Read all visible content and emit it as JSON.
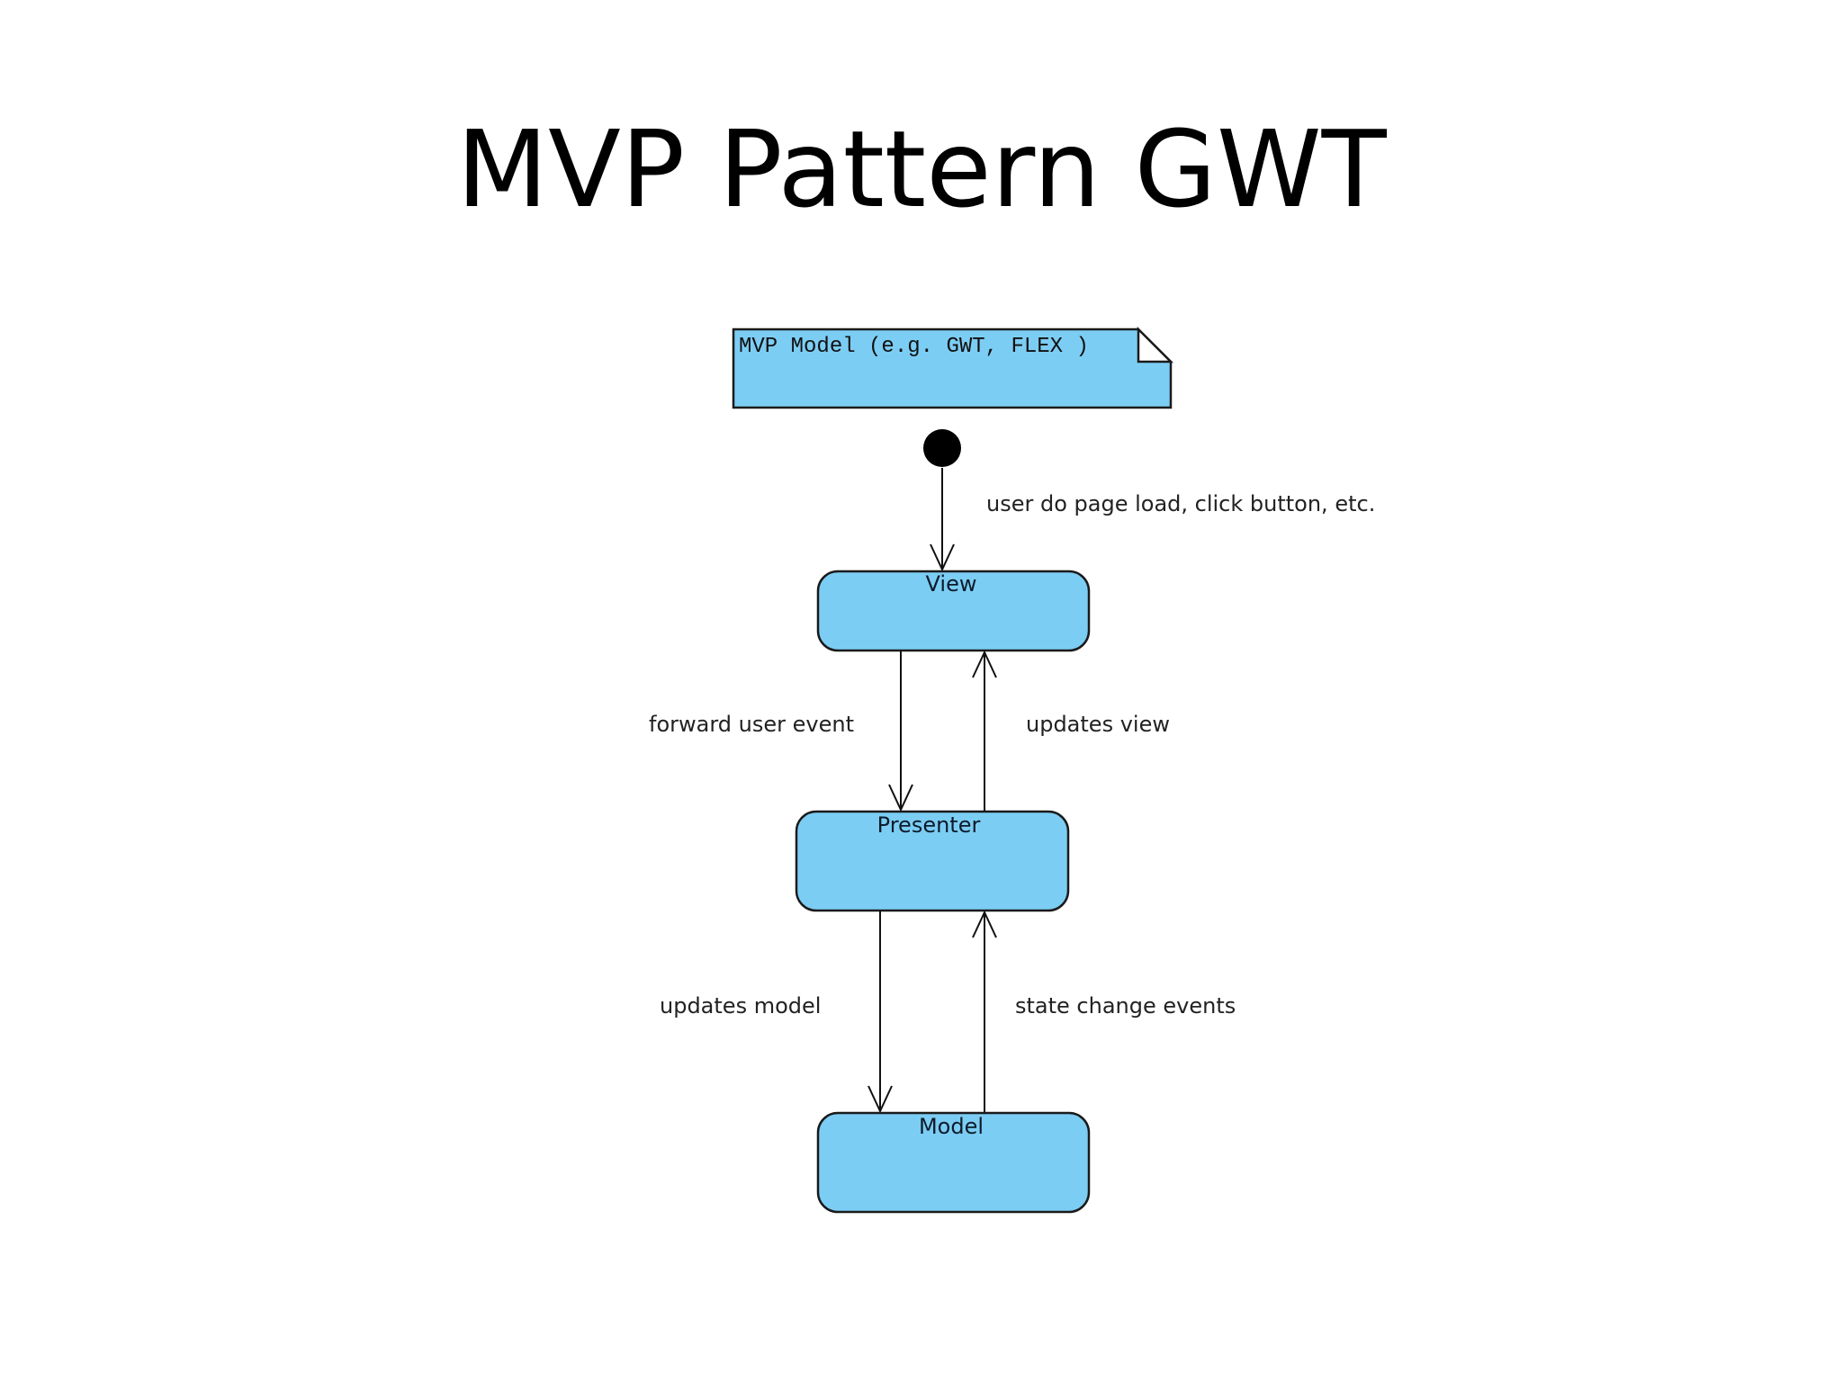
{
  "slide": {
    "title": "MVP Pattern GWT"
  },
  "colors": {
    "box_fill": "#7ccdf4",
    "box_stroke": "#1a1a1a",
    "initial_node": "#000000",
    "arrow": "#111111"
  },
  "note": {
    "text": "MVP Model (e.g. GWT, FLEX )"
  },
  "states": {
    "view": "View",
    "presenter": "Presenter",
    "model": "Model"
  },
  "transitions": {
    "initial_to_view": "user do page load, click button, etc.",
    "view_to_presenter": "forward user event",
    "presenter_to_view": "updates view",
    "presenter_to_model": "updates model",
    "model_to_presenter": "state change events"
  }
}
